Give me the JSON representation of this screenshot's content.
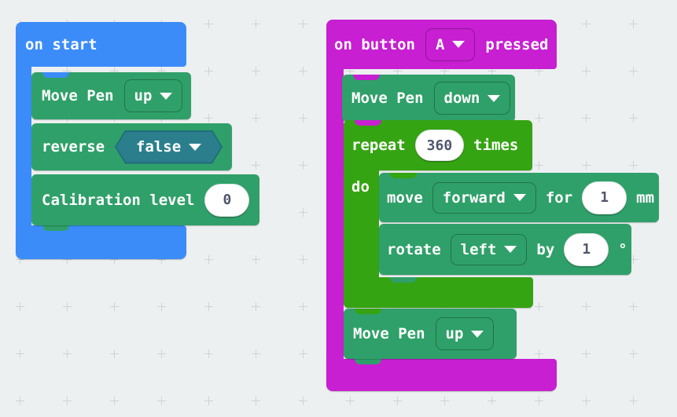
{
  "palette": {
    "event_blue": "#3b8cf9",
    "action_green": "#2fa069",
    "loop_green": "#35a412",
    "event_magenta": "#c71fd1",
    "boolean_teal": "#2b7f8d",
    "value_text": "#50566e",
    "background": "#edf0f1",
    "grid_mark": "#cdd3d5"
  },
  "blocks": {
    "on_start": {
      "label": "on start"
    },
    "move_pen_up_1": {
      "label": "Move Pen",
      "value": "up"
    },
    "reverse": {
      "label": "reverse",
      "value": "false"
    },
    "calibration": {
      "label": "Calibration level",
      "value": "0"
    },
    "on_button_pressed": {
      "label_prefix": "on button",
      "value": "A",
      "label_suffix": "pressed"
    },
    "move_pen_down": {
      "label": "Move Pen",
      "value": "down"
    },
    "repeat": {
      "label_prefix": "repeat",
      "value": "360",
      "label_suffix": "times",
      "do_label": "do"
    },
    "move": {
      "label": "move",
      "direction": "forward",
      "for_label": "for",
      "distance": "1",
      "unit": "mm"
    },
    "rotate": {
      "label": "rotate",
      "direction": "left",
      "by_label": "by",
      "angle": "1",
      "unit": "°"
    },
    "move_pen_up_2": {
      "label": "Move Pen",
      "value": "up"
    }
  }
}
